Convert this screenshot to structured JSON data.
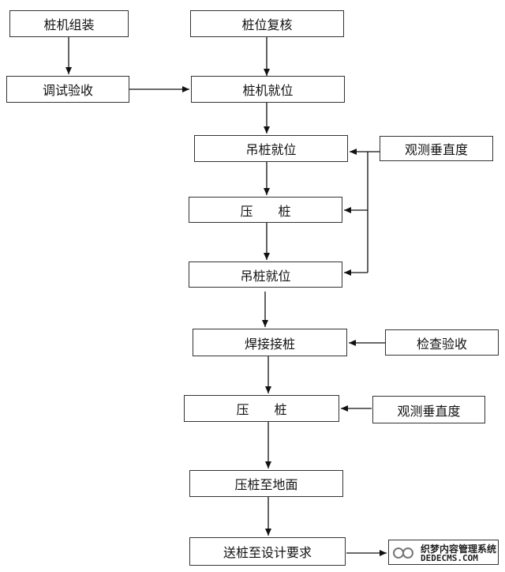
{
  "nodes": {
    "pile_machine_assembly": "桩机组装",
    "pile_position_recheck": "桩位复核",
    "debug_acceptance": "调试验收",
    "pile_machine_in_place": "桩机就位",
    "lift_pile_in_place_1": "吊桩就位",
    "observe_verticality_1": "观测垂直度",
    "press_pile_1": "压　　桩",
    "lift_pile_in_place_2": "吊桩就位",
    "weld_pile": "焊接接桩",
    "inspect_acceptance": "检查验收",
    "press_pile_2": "压　　桩",
    "observe_verticality_2": "观测垂直度",
    "press_pile_to_ground": "压桩至地面",
    "send_pile_to_design": "送桩至设计要求"
  },
  "watermark": {
    "line1": "织梦内容管理系统",
    "line2": "DEDECMS.COM"
  }
}
